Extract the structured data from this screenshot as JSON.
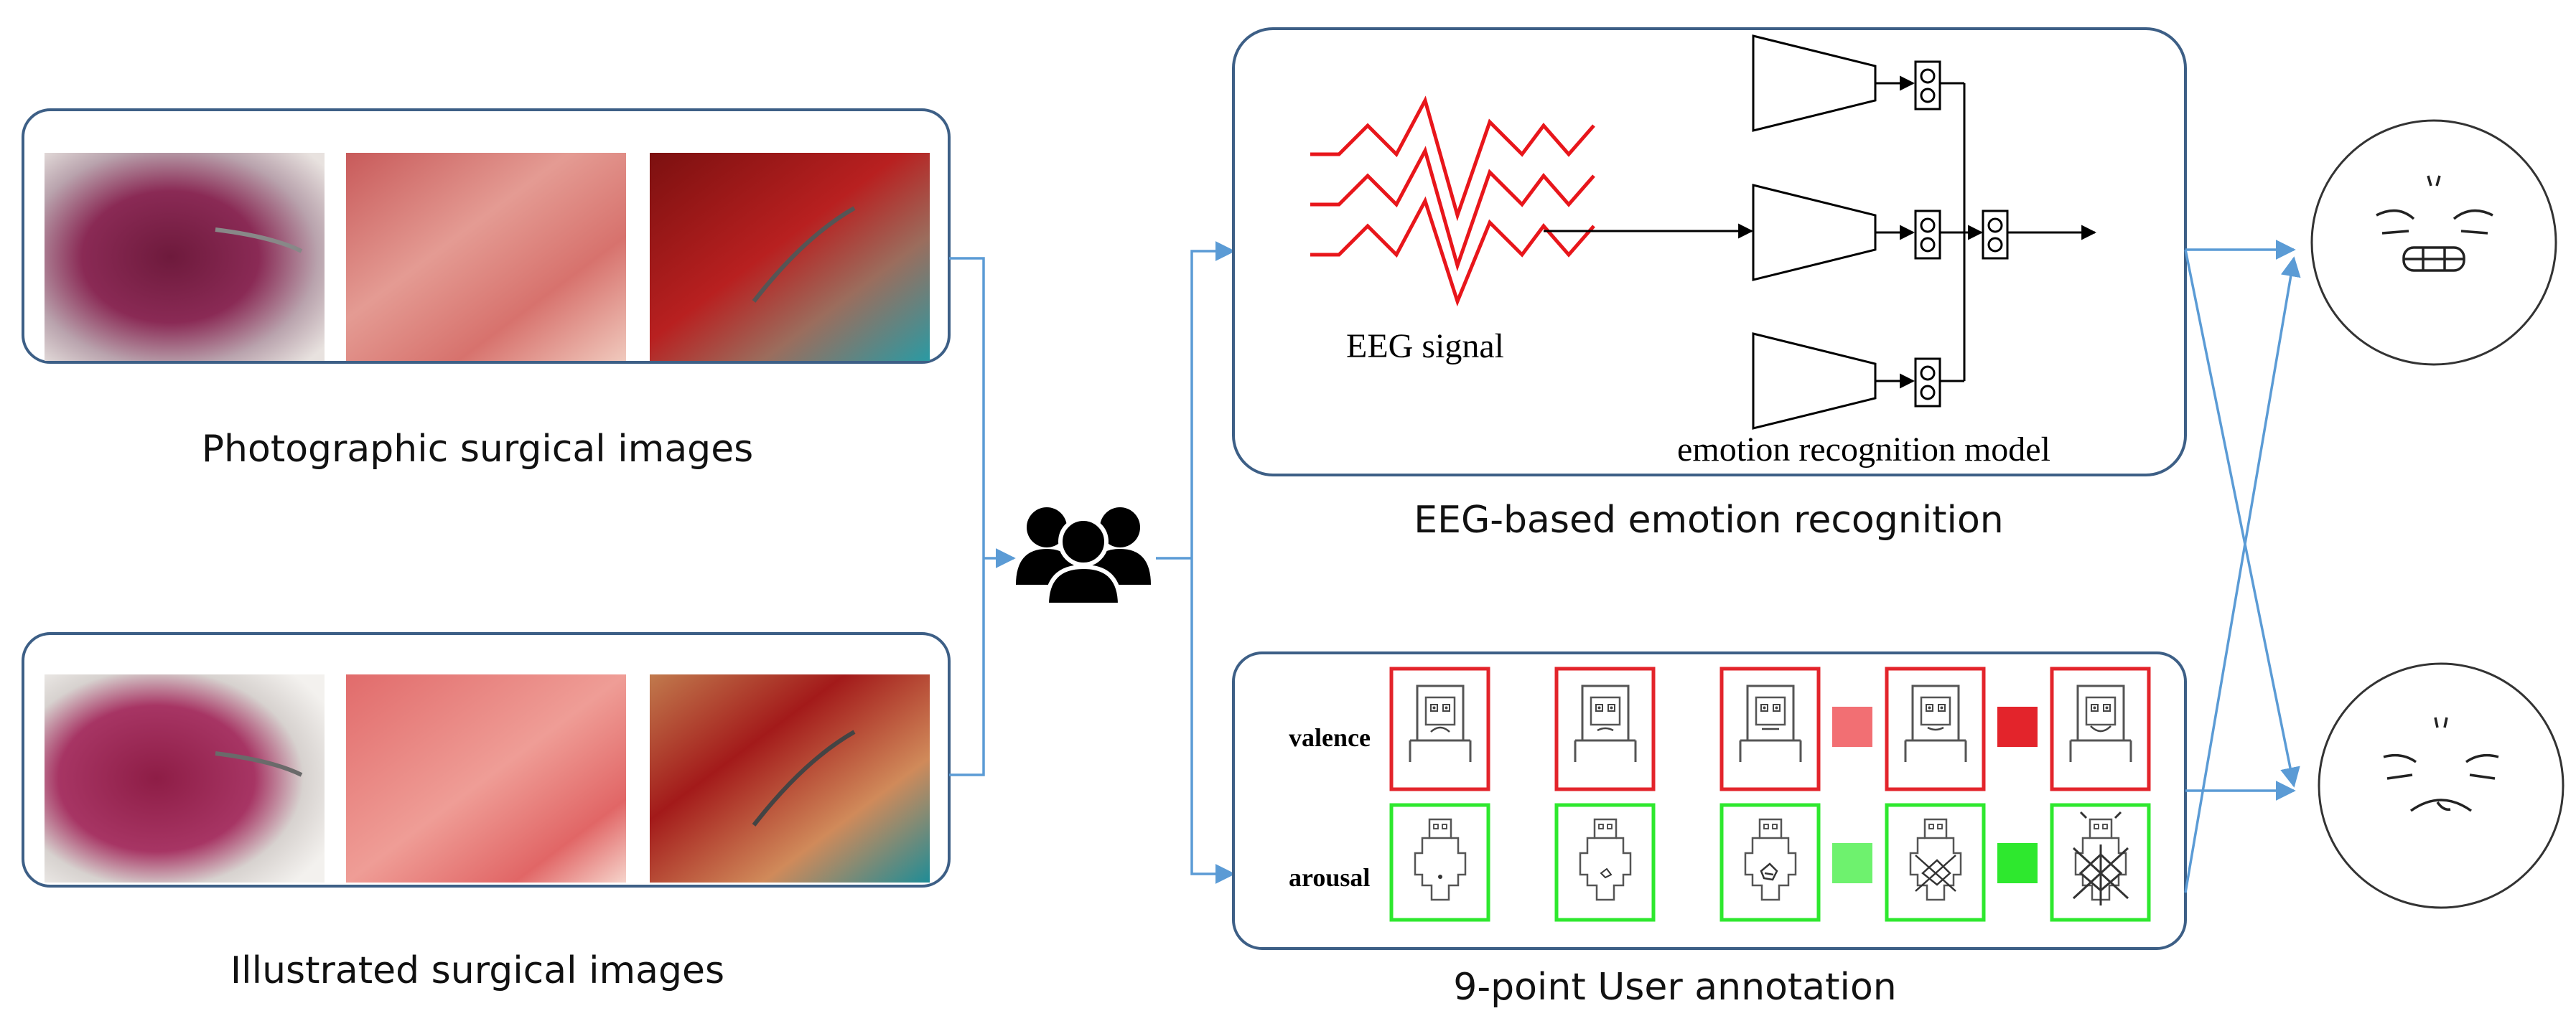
{
  "labels": {
    "photographic": "Photographic surgical images",
    "illustrated": "Illustrated surgical images",
    "eeg_section": "EEG-based emotion recognition",
    "annotation_section": "9-point User annotation",
    "eeg_signal": "EEG signal",
    "model": "emotion recognition model",
    "valence": "valence",
    "arousal": "arousal"
  },
  "colors": {
    "panel_border": "#3d5f86",
    "arrow": "#5b9bd5",
    "eeg_wave": "#e8161b",
    "valence": "#e3242b",
    "arousal": "#2ee82e"
  },
  "icons": {
    "users": "users-group-icon",
    "angry_face": "angry-face-icon",
    "sad_face": "sad-face-icon"
  }
}
